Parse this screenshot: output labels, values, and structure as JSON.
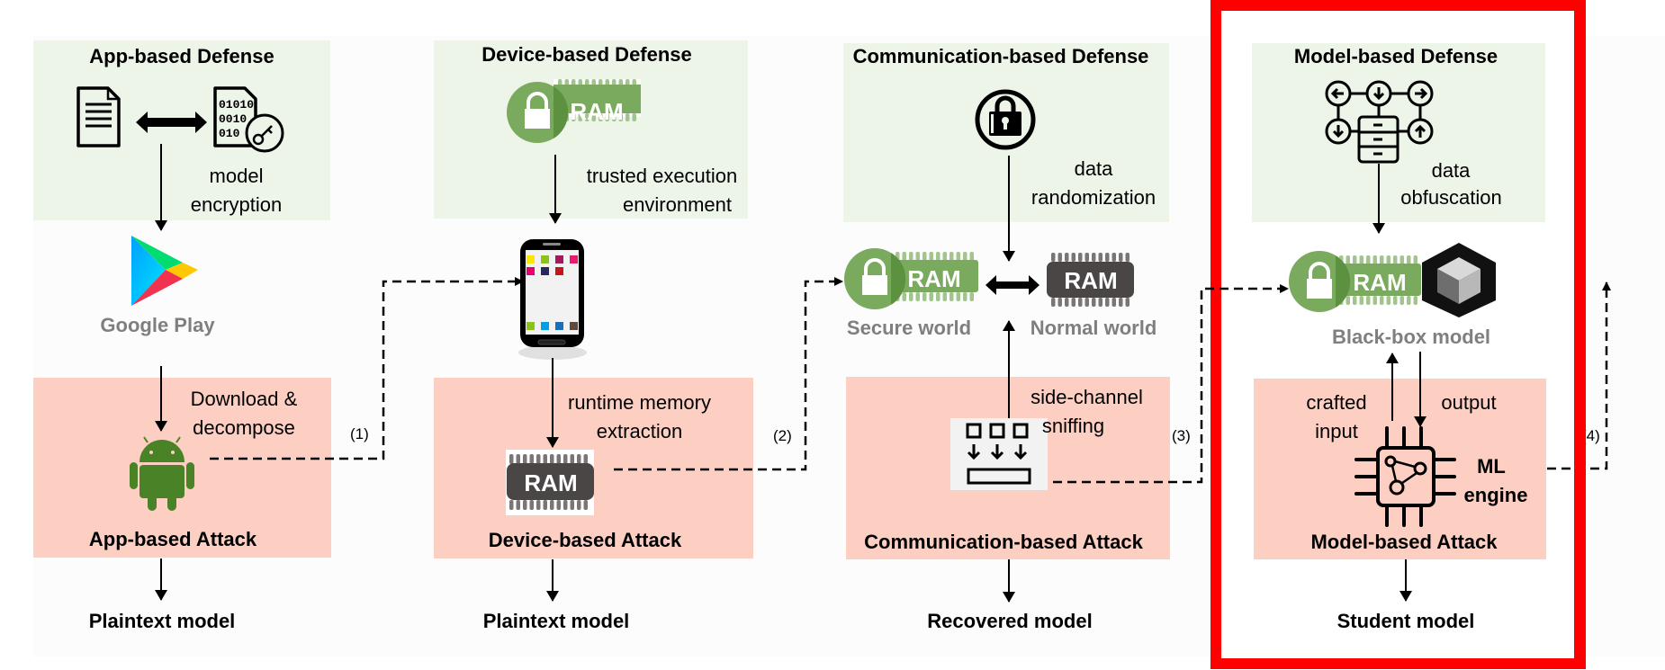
{
  "columns": [
    {
      "defense_title": "App-based Defense",
      "defense_caption": [
        "model",
        "encryption"
      ],
      "middle_label": "Google Play",
      "attack_caption": [
        "Download &",
        "decompose"
      ],
      "attack_title": "App-based Attack",
      "result": "Plaintext model",
      "connector_label": "(1)"
    },
    {
      "defense_title": "Device-based Defense",
      "defense_icon_text": "RAM",
      "defense_caption": [
        "trusted execution",
        "environment"
      ],
      "attack_caption": [
        "runtime memory",
        "extraction"
      ],
      "attack_icon_text": "RAM",
      "attack_title": "Device-based Attack",
      "result": "Plaintext model",
      "connector_label": "(2)"
    },
    {
      "defense_title": "Communication-based Defense",
      "defense_caption": [
        "data",
        "randomization"
      ],
      "secure_ram_text": "RAM",
      "normal_ram_text": "RAM",
      "secure_label": "Secure world",
      "normal_label": "Normal world",
      "attack_caption": [
        "side-channel",
        "sniffing"
      ],
      "attack_title": "Communication-based Attack",
      "result": "Recovered model",
      "connector_label": "(3)"
    },
    {
      "defense_title": "Model-based Defense",
      "defense_caption": [
        "data",
        "obfuscation"
      ],
      "ram_text": "RAM",
      "blackbox_label": "Black-box model",
      "input_caption": [
        "crafted",
        "input"
      ],
      "output_caption": "output",
      "engine_caption": [
        "ML",
        "engine"
      ],
      "attack_title": "Model-based Attack",
      "result": "Student model",
      "connector_label": "(4)"
    }
  ],
  "colors": {
    "defense_bg": "#edf5e9",
    "attack_bg": "#fdcfc2",
    "highlight": "#ff0000",
    "secure_green": "#7aaa5e",
    "ram_dark": "#4a4646",
    "label_grey": "#7f7f7f"
  },
  "highlight": {
    "column": 4,
    "meaning": "highlighted-column"
  }
}
